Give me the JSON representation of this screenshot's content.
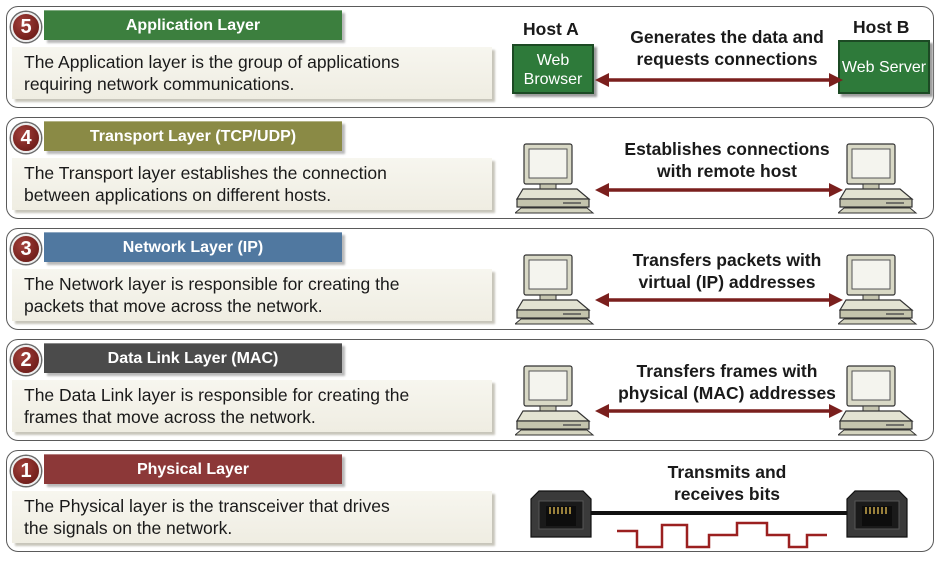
{
  "colors": {
    "application": "#3c7f3e",
    "transport": "#8a8a45",
    "network": "#5078a0",
    "datalink": "#4b4b4b",
    "physical": "#8c3838",
    "arrow": "#7a1f1d",
    "badge": "#7a2420"
  },
  "hosts": {
    "a_label": "Host A",
    "b_label": "Host B",
    "a_box_line1": "Web",
    "a_box_line2": "Browser",
    "b_box": "Web Server"
  },
  "layers": [
    {
      "number": "5",
      "title": "Application Layer",
      "desc_line1": "The Application layer is the group of applications",
      "desc_line2": "requiring network communications.",
      "caption_line1": "Generates the data and",
      "caption_line2": "requests connections"
    },
    {
      "number": "4",
      "title": "Transport Layer (TCP/UDP)",
      "desc_line1": "The Transport layer establishes the connection",
      "desc_line2": "between applications on different hosts.",
      "caption_line1": "Establishes connections",
      "caption_line2": "with remote host"
    },
    {
      "number": "3",
      "title": "Network Layer (IP)",
      "desc_line1": "The Network layer is responsible for creating the",
      "desc_line2": "packets that move across the network.",
      "caption_line1": "Transfers packets with",
      "caption_line2": "virtual (IP) addresses"
    },
    {
      "number": "2",
      "title": "Data Link Layer (MAC)",
      "desc_line1": "The Data Link layer is responsible for creating the",
      "desc_line2": "frames that move across the network.",
      "caption_line1": "Transfers frames with",
      "caption_line2": "physical (MAC) addresses"
    },
    {
      "number": "1",
      "title": "Physical Layer",
      "desc_line1": "The Physical layer is the transceiver that drives",
      "desc_line2": "the signals on the network.",
      "caption_line1": "Transmits and",
      "caption_line2": "receives bits"
    }
  ]
}
